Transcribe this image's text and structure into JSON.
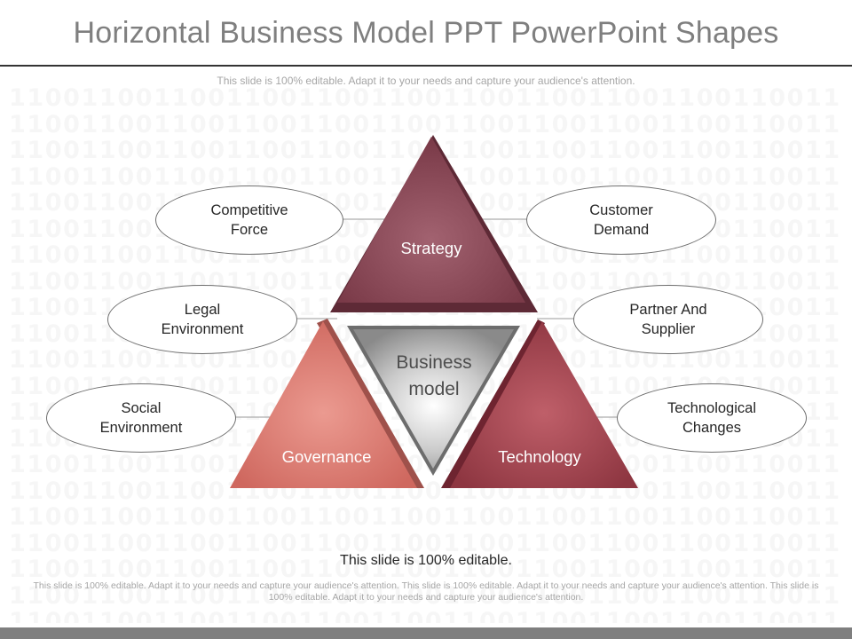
{
  "title": "Horizontal Business Model PPT PowerPoint Shapes",
  "subtitle": "This slide is 100% editable. Adapt it to your needs and capture your audience's attention.",
  "background_pattern": "1100110011001100110011001100110011001100110011",
  "triangles": {
    "top": "Strategy",
    "left": "Governance",
    "right": "Technology",
    "center": [
      "Business",
      "model"
    ]
  },
  "ovals": {
    "competitive_force": [
      "Competitive",
      "Force"
    ],
    "legal_environment": [
      "Legal",
      "Environment"
    ],
    "social_environment": [
      "Social",
      "Environment"
    ],
    "customer_demand": [
      "Customer",
      "Demand"
    ],
    "partner_and_supplier": [
      "Partner And",
      "Supplier"
    ],
    "technological_changes": [
      "Technological",
      "Changes"
    ]
  },
  "footer": {
    "main": "This slide is 100% editable.",
    "small": "This slide is 100% editable. Adapt it to your needs and capture your audience's attention. This slide is 100% editable. Adapt it to your needs and capture your audience's attention. This slide is 100% editable. Adapt it to your needs and capture your audience's attention."
  },
  "colors": {
    "strategy": "#8e4a58",
    "governance": "#d9756c",
    "technology": "#a2434e",
    "center": "#a9a9a9",
    "title": "#7f7f7f"
  }
}
